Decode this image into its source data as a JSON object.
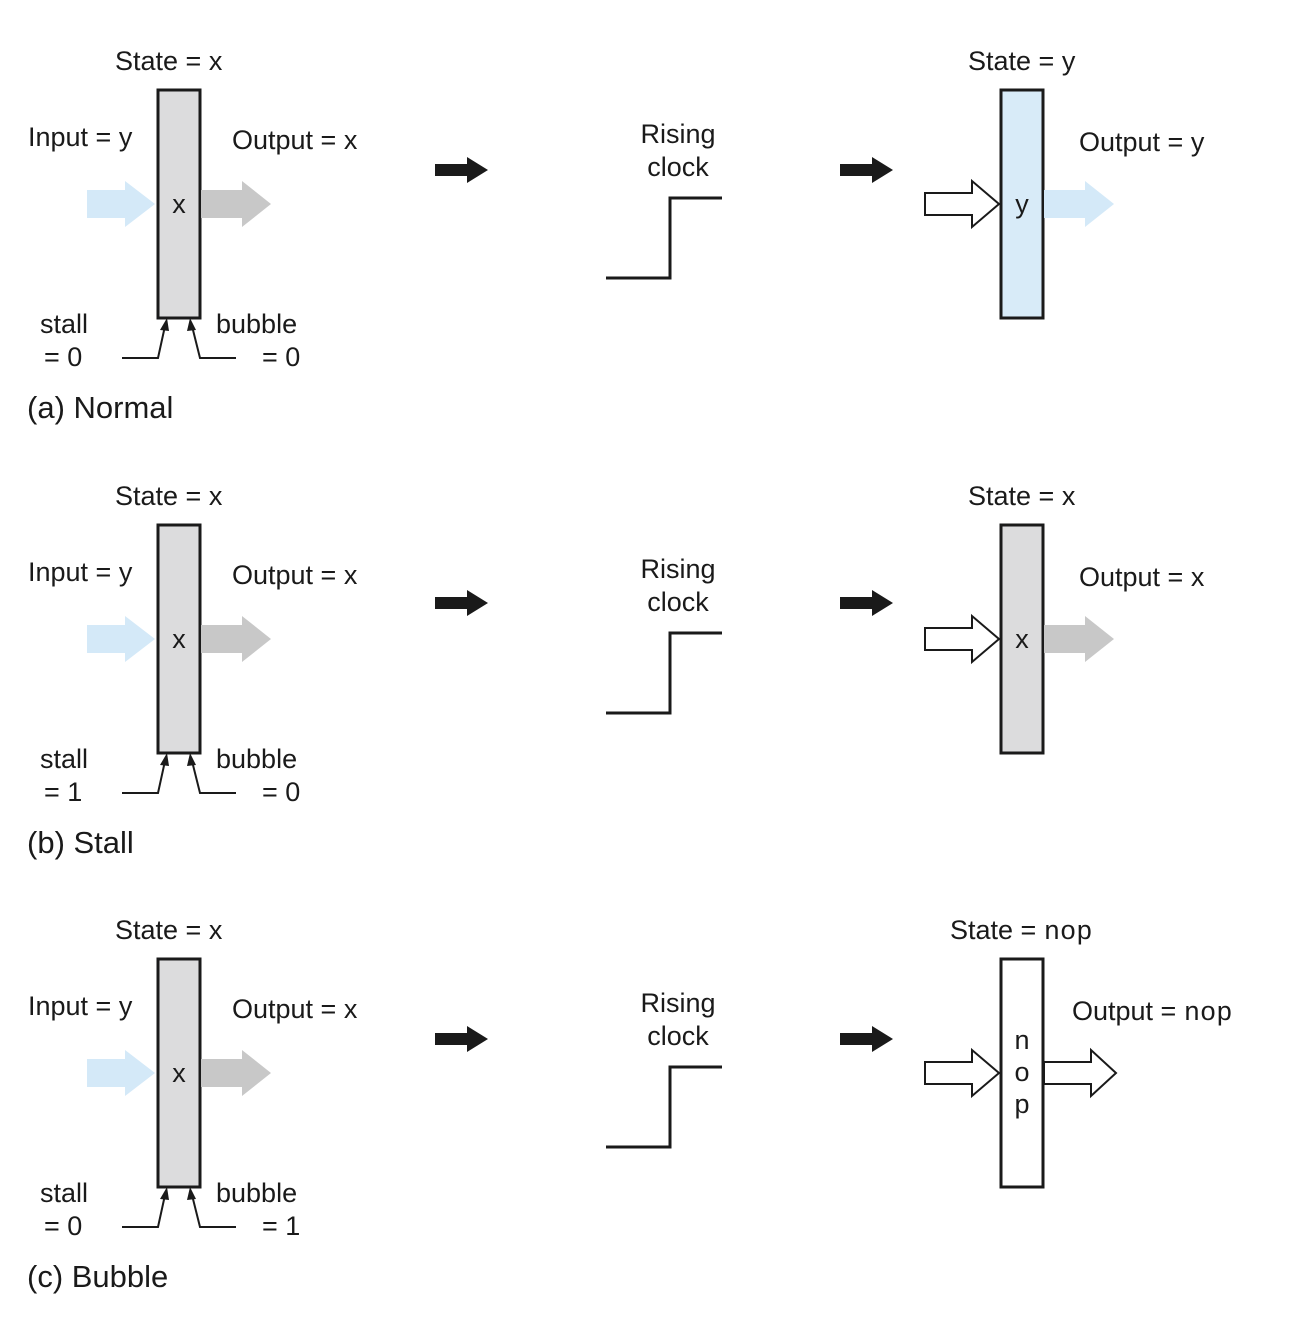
{
  "colors": {
    "register_gray": "#dcdcdd",
    "register_blue": "#d8ebf8",
    "arrow_blue": "#d4e9f8",
    "arrow_gray": "#c8c8c8",
    "ink": "#1a1a1a"
  },
  "shared": {
    "rising_clock_line1": "Rising",
    "rising_clock_line2": "clock"
  },
  "panels": [
    {
      "caption": "(a) Normal",
      "before": {
        "state_label": "State = x",
        "input_label": "Input = y",
        "output_label": "Output = x",
        "content": "x",
        "stall_line1": "stall",
        "stall_line2": "= 0",
        "bubble_line1": "bubble",
        "bubble_line2": "= 0"
      },
      "after": {
        "state_prefix": "State = ",
        "state_value": "y",
        "output_prefix": "Output = ",
        "output_value": "y",
        "content": "y"
      }
    },
    {
      "caption": "(b) Stall",
      "before": {
        "state_label": "State = x",
        "input_label": "Input = y",
        "output_label": "Output = x",
        "content": "x",
        "stall_line1": "stall",
        "stall_line2": "= 1",
        "bubble_line1": "bubble",
        "bubble_line2": "= 0"
      },
      "after": {
        "state_prefix": "State = ",
        "state_value": "x",
        "output_prefix": "Output = ",
        "output_value": "x",
        "content": "x"
      }
    },
    {
      "caption": "(c) Bubble",
      "before": {
        "state_label": "State = x",
        "input_label": "Input = y",
        "output_label": "Output = x",
        "content": "x",
        "stall_line1": "stall",
        "stall_line2": "= 0",
        "bubble_line1": "bubble",
        "bubble_line2": "= 1"
      },
      "after": {
        "state_prefix": "State = ",
        "state_value": "nop",
        "output_prefix": "Output = ",
        "output_value": "nop",
        "content_letters": [
          "n",
          "o",
          "p"
        ]
      }
    }
  ]
}
